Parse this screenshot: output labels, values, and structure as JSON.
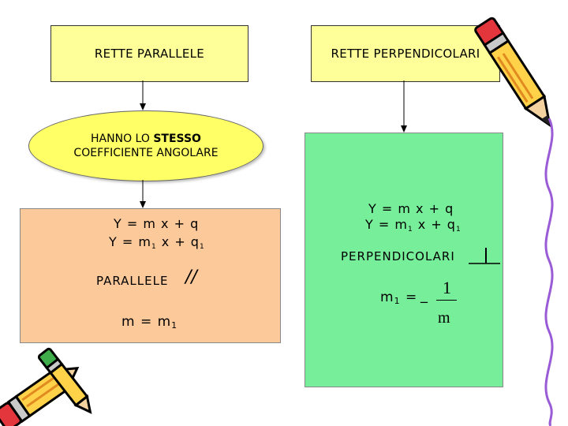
{
  "left": {
    "box1": "RETTE PARALLELE",
    "ellipse": {
      "line1_pre": "HANNO LO ",
      "line1_bold": "STESSO",
      "line2": "COEFFICIENTE ANGOLARE"
    },
    "eq1": "Y = m x + q",
    "eq2_a": "Y = m",
    "eq2_sub1": "1",
    "eq2_b": " x + q",
    "eq2_sub2": "1",
    "parallele": "PARALLELE",
    "parallel_symbol": "//",
    "m_eq": "m = m",
    "m_sub": "1"
  },
  "right": {
    "box1": "RETTE PERPENDICOLARI",
    "eq1": "Y = m x + q",
    "eq2_a": "Y = m",
    "eq2_sub1": "1",
    "eq2_b": " x + q",
    "eq2_sub2": "1",
    "perpendicolari": "PERPENDICOLARI",
    "m1_label": "m",
    "m1_sub": "1",
    "m1_eq": " = ",
    "minus": "_",
    "numerator": "1",
    "denominator": "m"
  },
  "colors": {
    "yellow_box": "#ffff99",
    "ellipse": "#ffff66",
    "peach_box": "#fcc99a",
    "green_box": "#77ee99"
  },
  "icons": [
    "pencil-icon",
    "pencil-icon",
    "pencil-icon"
  ]
}
